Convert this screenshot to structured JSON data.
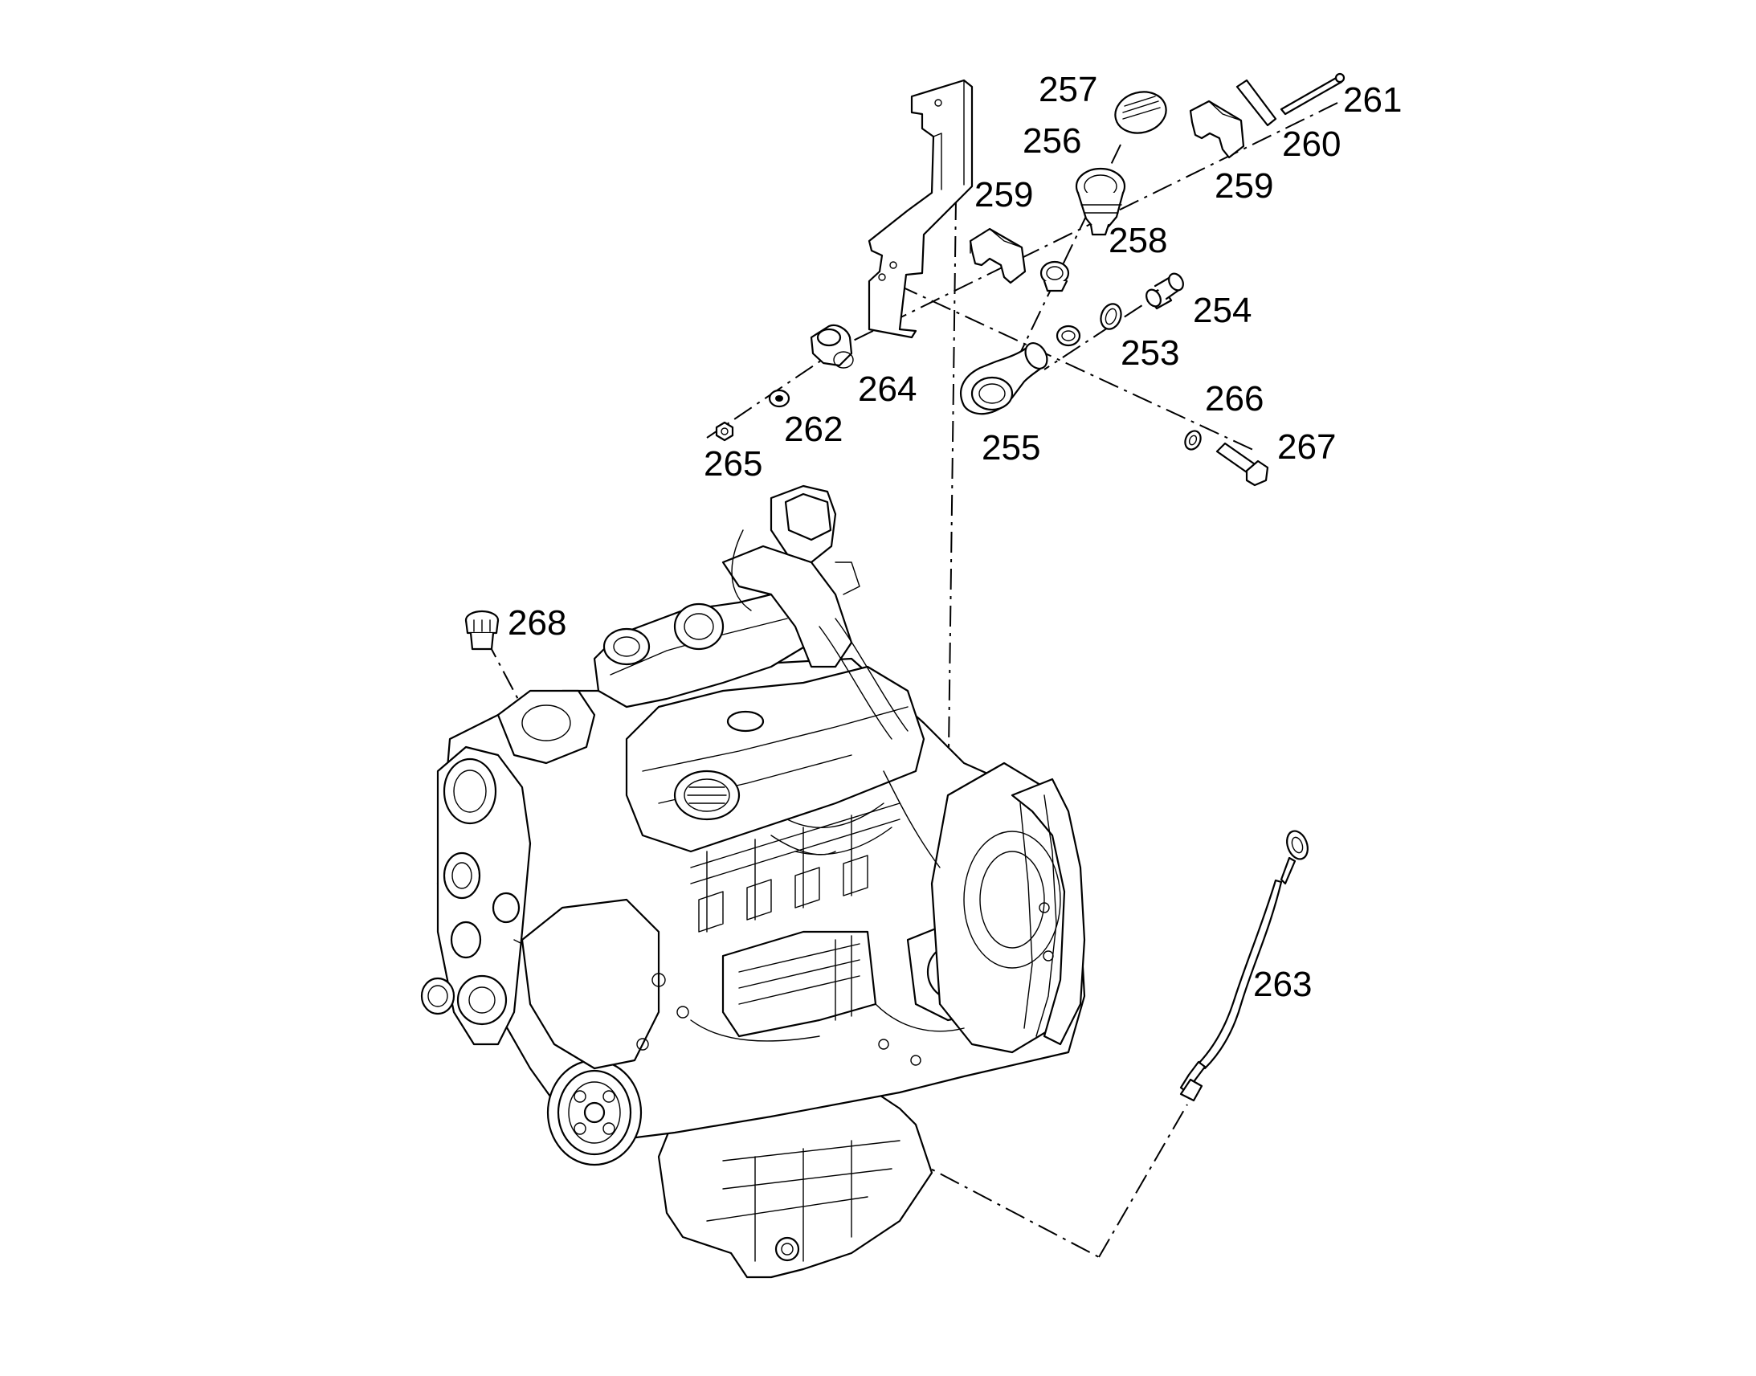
{
  "callouts": [
    {
      "id": "c257",
      "text": "257"
    },
    {
      "id": "c256",
      "text": "256"
    },
    {
      "id": "c259a",
      "text": "259"
    },
    {
      "id": "c258",
      "text": "258"
    },
    {
      "id": "c261",
      "text": "261"
    },
    {
      "id": "c260",
      "text": "260"
    },
    {
      "id": "c259b",
      "text": "259"
    },
    {
      "id": "c254",
      "text": "254"
    },
    {
      "id": "c253",
      "text": "253"
    },
    {
      "id": "c264",
      "text": "264"
    },
    {
      "id": "c262",
      "text": "262"
    },
    {
      "id": "c265",
      "text": "265"
    },
    {
      "id": "c255",
      "text": "255"
    },
    {
      "id": "c266",
      "text": "266"
    },
    {
      "id": "c267",
      "text": "267"
    },
    {
      "id": "c268",
      "text": "268"
    },
    {
      "id": "c263",
      "text": "263"
    }
  ],
  "colors": {
    "line": "#000000",
    "background": "#ffffff"
  }
}
